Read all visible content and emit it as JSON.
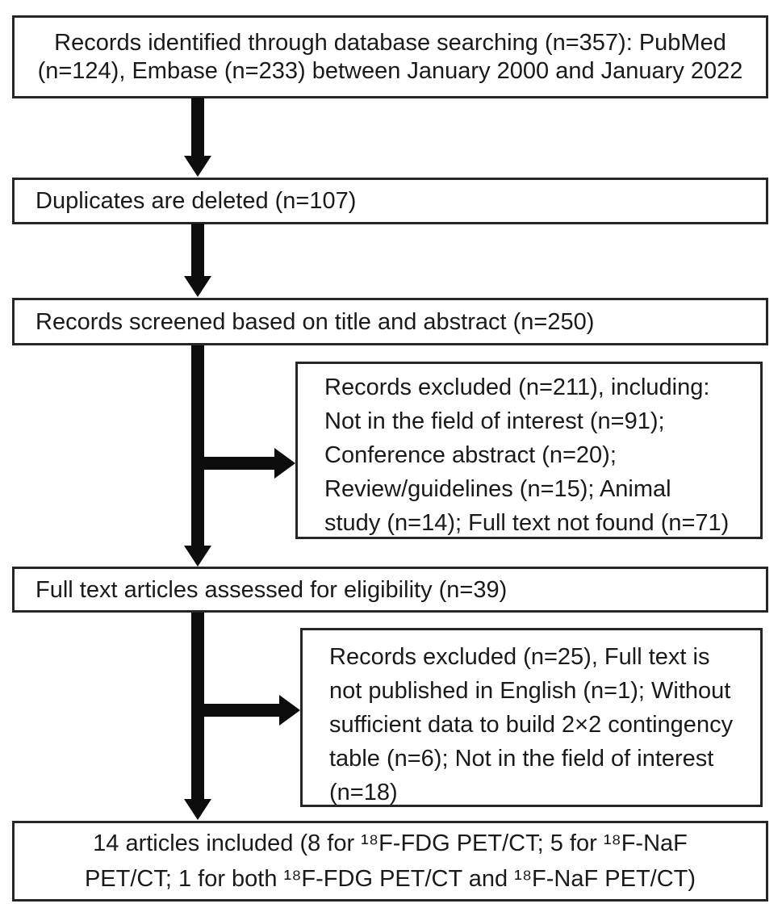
{
  "figure": {
    "title": "Study selection flow diagram",
    "colors": {
      "background": "#ffffff",
      "box_border": "#262626",
      "arrow": "#0d0d0d",
      "text": "#1a1a1a"
    },
    "nodes": [
      {
        "id": "records-identified",
        "lines": [
          "Records identified through database searching (n=357): PubMed",
          "(n=124), Embase (n=233) between January 2000 and January 2022"
        ]
      },
      {
        "id": "duplicates-deleted",
        "lines": [
          "Duplicates are deleted (n=107)"
        ]
      },
      {
        "id": "records-screened",
        "lines": [
          "Records screened based on title and abstract (n=250)"
        ]
      },
      {
        "id": "records-excluded-screening",
        "lines": [
          "Records excluded (n=211), including:",
          "Not in the field of interest (n=91);",
          "Conference abstract (n=20);",
          "Review/guidelines (n=15); Animal",
          "study (n=14); Full text not found (n=71)"
        ]
      },
      {
        "id": "fulltext-assessed",
        "lines": [
          "Full text articles assessed for eligibility (n=39)"
        ]
      },
      {
        "id": "records-excluded-eligibility",
        "lines": [
          "Records excluded (n=25), Full text is",
          "not published in English (n=1); Without",
          "sufficient data to build 2×2 contingency",
          "table (n=6); Not in the field of interest",
          "(n=18)"
        ]
      },
      {
        "id": "articles-included",
        "lines": [
          "14 articles included (8 for ¹⁸F-FDG PET/CT; 5 for ¹⁸F-NaF",
          "PET/CT; 1 for both ¹⁸F-FDG PET/CT and ¹⁸F-NaF PET/CT)"
        ]
      }
    ]
  }
}
